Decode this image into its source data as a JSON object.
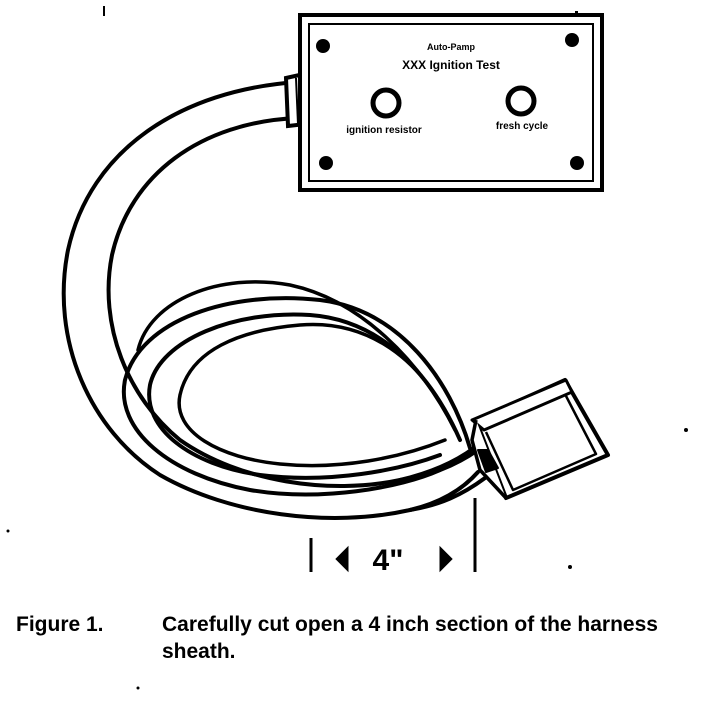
{
  "box": {
    "brand": "Auto-Pamp",
    "title": "XXX Ignition Test",
    "left_label": "ignition resistor",
    "right_label": "fresh cycle"
  },
  "measurement": {
    "label": "4\""
  },
  "caption": {
    "figure_label": "Figure 1.",
    "text": "Carefully cut open a 4 inch section of the harness sheath."
  }
}
